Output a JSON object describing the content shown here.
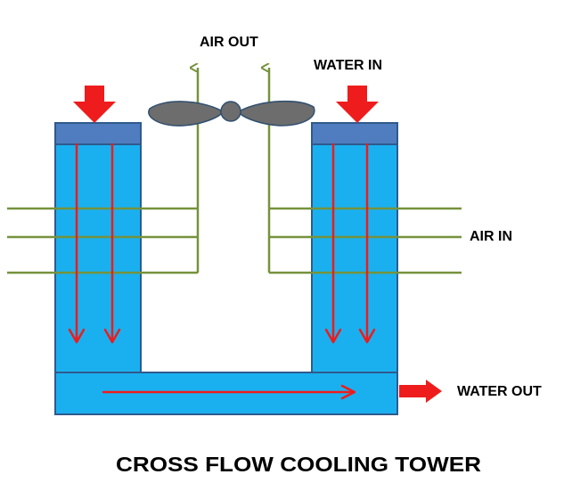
{
  "labels": {
    "air_out": "AIR OUT",
    "water_in": "WATER IN",
    "air_in": "AIR IN",
    "water_out": "WATER OUT",
    "title": "CROSS FLOW COOLING TOWER"
  },
  "colors": {
    "water_body": "#1AB0F0",
    "body_stroke": "#2F5A8C",
    "distribution_cap": "#4F7DBF",
    "water_arrow": "#EE1C1C",
    "air_line": "#76923C",
    "fan": "#6D6D6D",
    "fan_stroke": "#2F4F6F",
    "text": "#000000"
  },
  "icons": {
    "fan": "fan-icon"
  }
}
